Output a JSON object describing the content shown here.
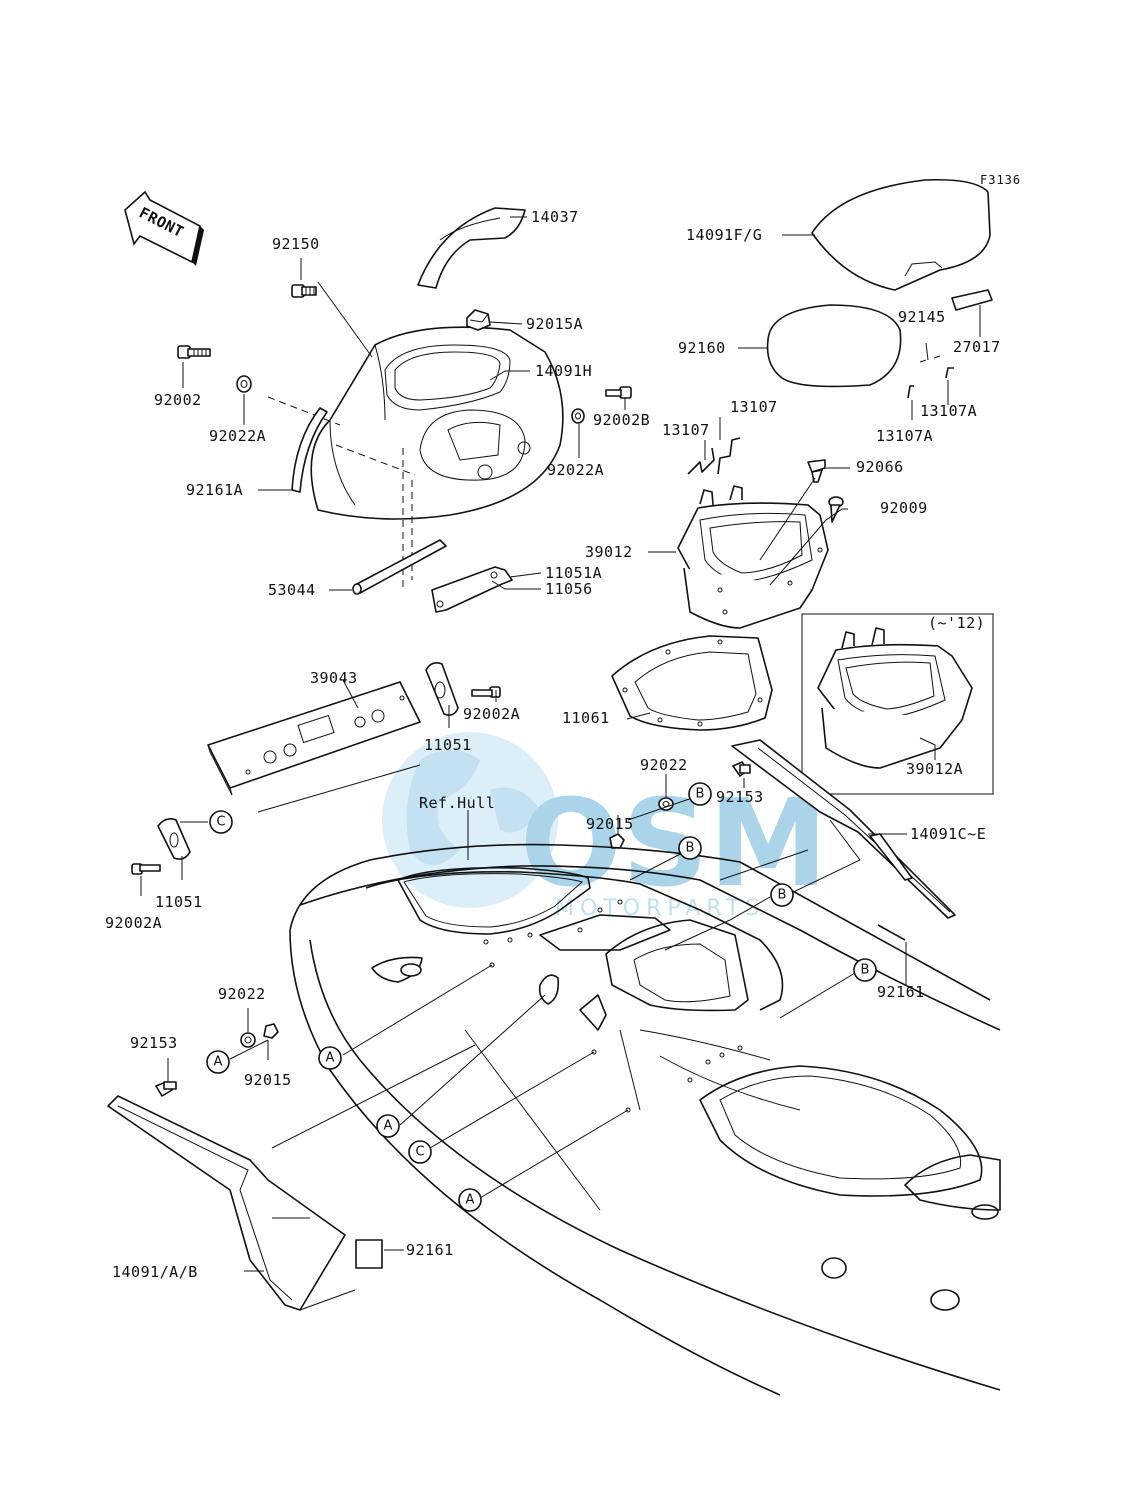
{
  "figure_code": "F3136",
  "front_label": "FRONT",
  "ref_label": "Ref.Hull",
  "variant_label": "(~'12)",
  "watermark": {
    "main": "OSM",
    "sub": "MOTORPARTS"
  },
  "part_labels": {
    "p14037": "14037",
    "p92150": "92150",
    "p92015A": "92015A",
    "p14091H": "14091H",
    "p92002": "92002",
    "p92022A_l": "92022A",
    "p92022A_r": "92022A",
    "p92002B": "92002B",
    "p92161A": "92161A",
    "p53044": "53044",
    "p11051A": "11051A",
    "p11056": "11056",
    "p14091FG": "14091F/G",
    "p92160": "92160",
    "p92145": "92145",
    "p27017": "27017",
    "p13107_a": "13107",
    "p13107_b": "13107",
    "p13107A_r": "13107A",
    "p13107A_b": "13107A",
    "p92066": "92066",
    "p92009": "92009",
    "p39012": "39012",
    "p39012A": "39012A",
    "p39043": "39043",
    "p11051_t": "11051",
    "p92002A_t": "92002A",
    "p11061": "11061",
    "p92022_t": "92022",
    "p92015_t": "92015",
    "p92153_t": "92153",
    "p14091CE": "14091C~E",
    "p11051_b": "11051",
    "p92002A_b": "92002A",
    "p92161_r": "92161",
    "p92022_b": "92022",
    "p92153_b": "92153",
    "p92015_b": "92015",
    "p92161_b": "92161",
    "p14091AB": "14091/A/B"
  },
  "ref_markers": {
    "c_left": "C",
    "b_top": "B",
    "b_mid": "B",
    "b_right": "B",
    "b_low": "B",
    "a_left": "A",
    "a_hull1": "A",
    "a_hull2": "A",
    "c_hull": "C",
    "a_hull3": "A"
  }
}
